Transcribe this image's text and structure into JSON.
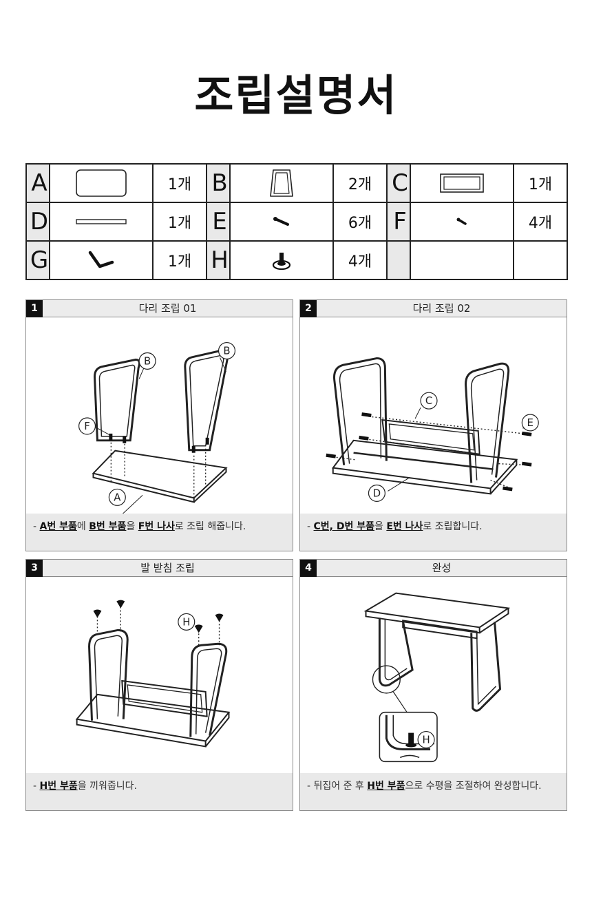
{
  "title": "조립설명서",
  "parts": [
    {
      "letter": "A",
      "qty": "1개",
      "icon": "tabletop-icon"
    },
    {
      "letter": "B",
      "qty": "2개",
      "icon": "leg-frame-icon"
    },
    {
      "letter": "C",
      "qty": "1개",
      "icon": "panel-frame-icon"
    },
    {
      "letter": "D",
      "qty": "1개",
      "icon": "bar-icon"
    },
    {
      "letter": "E",
      "qty": "6개",
      "icon": "long-screw-icon"
    },
    {
      "letter": "F",
      "qty": "4개",
      "icon": "short-screw-icon"
    },
    {
      "letter": "G",
      "qty": "1개",
      "icon": "hex-key-icon"
    },
    {
      "letter": "H",
      "qty": "4개",
      "icon": "leveling-foot-icon"
    }
  ],
  "steps": [
    {
      "num": "1",
      "title": "다리 조립 01",
      "desc": {
        "prefix": "- ",
        "b1": "A번 부품",
        "t1": "에 ",
        "b2": "B번 부품",
        "t2": "을 ",
        "b3": "F번 나사",
        "t3": "로 조립 해줍니다."
      },
      "labels": {
        "l1": "B",
        "l2": "B",
        "l3": "F",
        "l4": "A"
      }
    },
    {
      "num": "2",
      "title": "다리 조립 02",
      "desc": {
        "prefix": "- ",
        "b1": "C번, D번 부품",
        "t1": "을 ",
        "b2": "E번 나사",
        "t2": "로 조립합니다."
      },
      "labels": {
        "l1": "C",
        "l2": "E",
        "l3": "D"
      }
    },
    {
      "num": "3",
      "title": "발 받침 조립",
      "desc": {
        "prefix": "- ",
        "b1": "H번 부품",
        "t1": "을 끼워줍니다."
      },
      "labels": {
        "l1": "H"
      }
    },
    {
      "num": "4",
      "title": "완성",
      "desc": {
        "prefix": "- 뒤집어 준 후 ",
        "b1": "H번 부품",
        "t1": "으로 수평을 조절하여 완성합니다."
      },
      "labels": {
        "l1": "H"
      }
    }
  ]
}
